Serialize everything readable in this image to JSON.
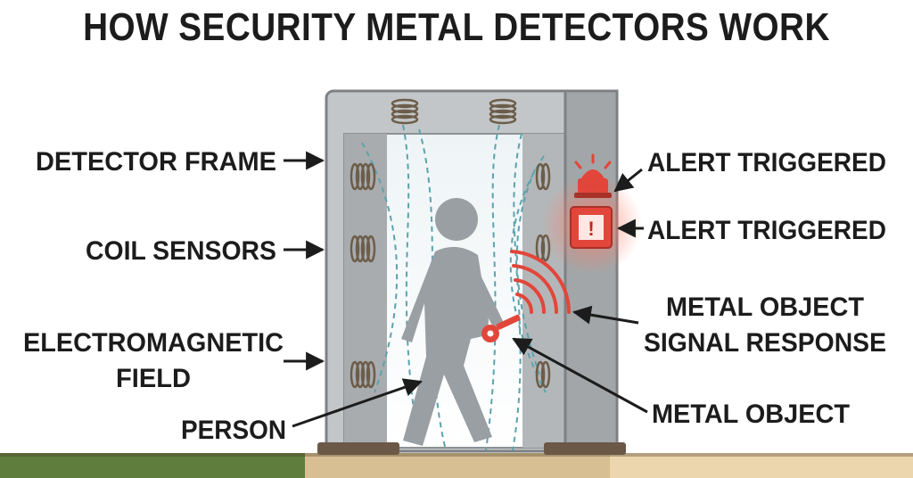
{
  "title": "HOW SECURITY METAL DETECTORS WORK",
  "labels": {
    "detector_frame": "DETECTOR FRAME",
    "coil_sensors": "COIL SENSORS",
    "em_field_line1": "ELECTROMAGNETIC",
    "em_field_line2": "FIELD",
    "person": "PERSON",
    "alert_1": "ALERT TRIGGERED",
    "alert_2": "ALERT TRIGGERED",
    "signal_line1": "METAL OBJECT",
    "signal_line2": "SIGNAL RESPONSE",
    "metal_object": "METAL OBJECT",
    "alert_symbol": "!"
  },
  "colors": {
    "frame": "#b6b9bb",
    "frame_dark": "#8d9194",
    "coil": "#7a6a55",
    "field": "#5aa3ad",
    "person": "#9a9fa3",
    "alert_red": "#e2463a",
    "ground_green": "#5f7d3c",
    "ground_tan": "#d8bf93"
  },
  "icons": [
    "coil-icon",
    "siren-icon",
    "warning-icon",
    "key-icon",
    "signal-wave-icon"
  ]
}
